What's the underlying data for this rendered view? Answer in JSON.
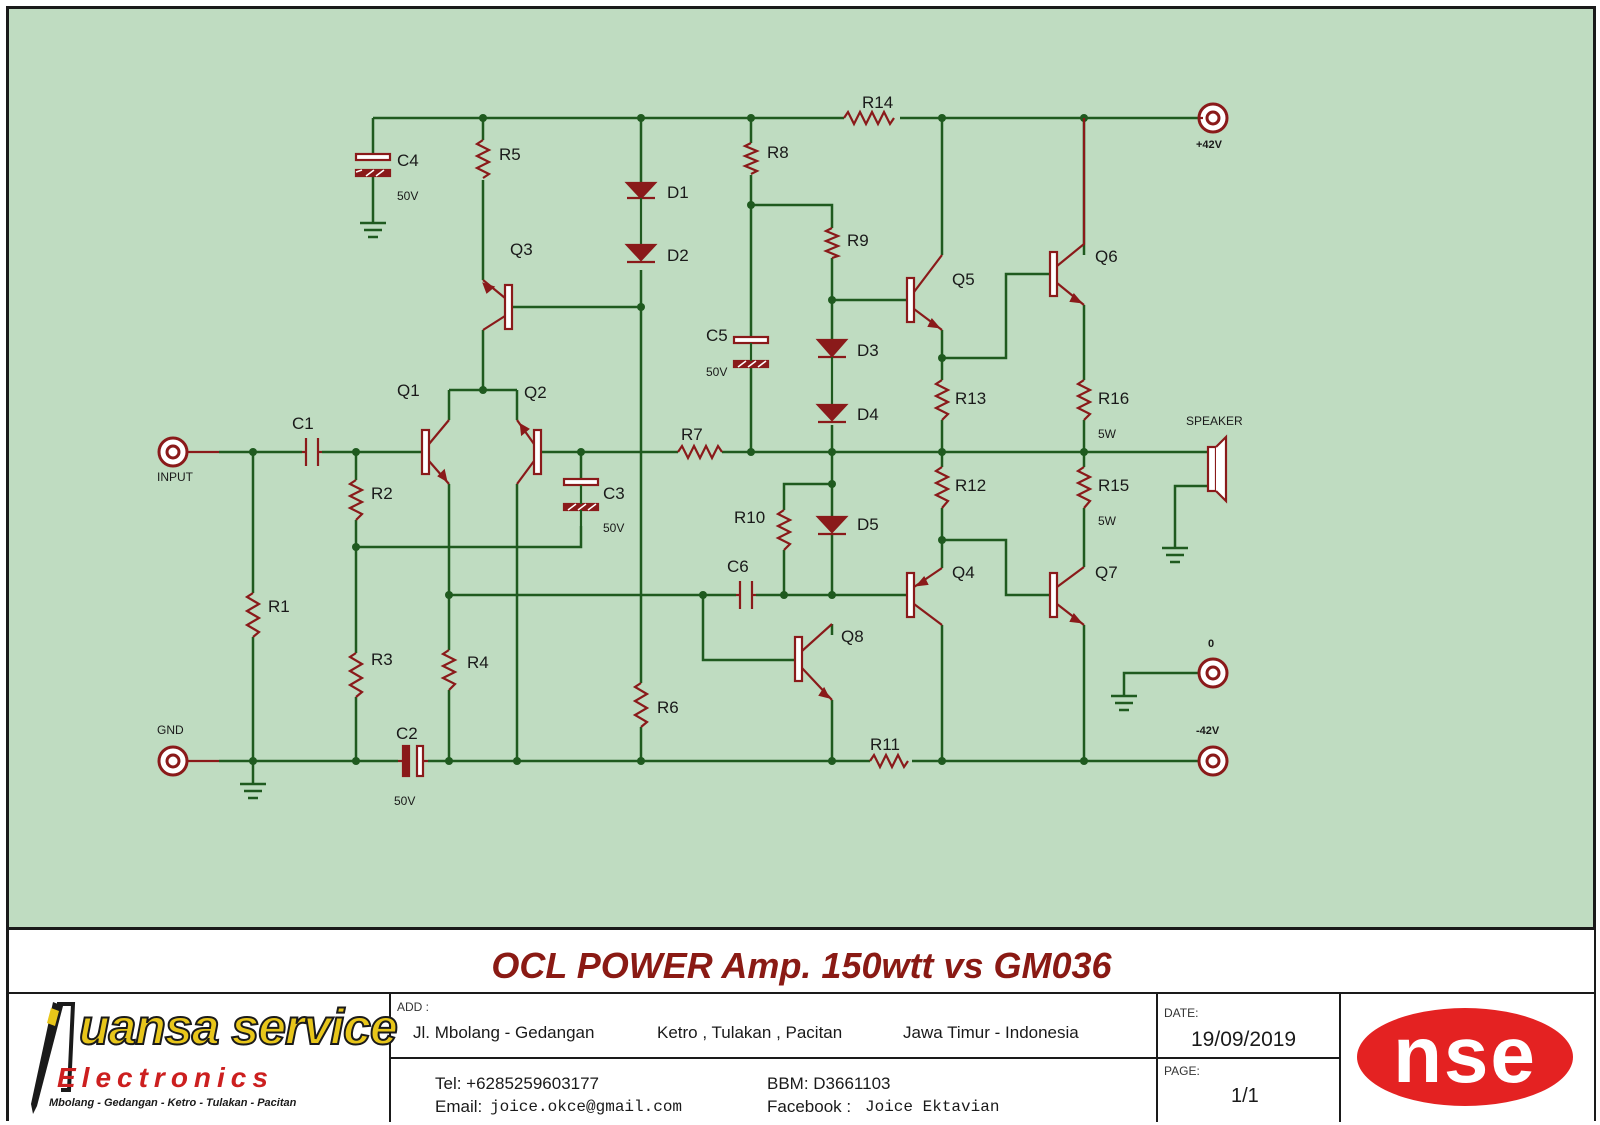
{
  "schematic": {
    "components": {
      "C1": "C1",
      "C2": "C2",
      "C3": "C3",
      "C4": "C4",
      "C5": "C5",
      "C6": "C6",
      "R1": "R1",
      "R2": "R2",
      "R3": "R3",
      "R4": "R4",
      "R5": "R5",
      "R6": "R6",
      "R7": "R7",
      "R8": "R8",
      "R9": "R9",
      "R10": "R10",
      "R11": "R11",
      "R12": "R12",
      "R13": "R13",
      "R14": "R14",
      "R15": "R15",
      "R16": "R16",
      "Q1": "Q1",
      "Q2": "Q2",
      "Q3": "Q3",
      "Q4": "Q4",
      "Q5": "Q5",
      "Q6": "Q6",
      "Q7": "Q7",
      "Q8": "Q8",
      "D1": "D1",
      "D2": "D2",
      "D3": "D3",
      "D4": "D4",
      "D5": "D5"
    },
    "ratings": {
      "c4": "50V",
      "c5": "50V",
      "c3": "50V",
      "c2": "50V",
      "r16": "5W",
      "r15": "5W"
    },
    "terminals": {
      "input": "INPUT",
      "gnd": "GND",
      "speaker": "SPEAKER",
      "plus": "+42V",
      "zero": "0",
      "minus": "-42V"
    },
    "wire_color": "#1f5a1f",
    "part_color": "#8a1a1a",
    "background": "#bfdcc1"
  },
  "titleblock": {
    "title": "OCL POWER Amp. 150wtt vs GM036",
    "logo_brand": "uansa service",
    "logo_sub": "Electronics",
    "logo_address": "Mbolang - Gedangan - Ketro - Tulakan - Pacitan",
    "add_label": "ADD :",
    "addr1": "Jl. Mbolang - Gedangan",
    "addr2": "Ketro , Tulakan , Pacitan",
    "addr3": "Jawa Timur - Indonesia",
    "tel": "Tel:  +6285259603177",
    "email_label": "Email:",
    "email": "joice.okce@gmail.com",
    "bbm": "BBM: D3661103",
    "facebook_label": "Facebook :",
    "facebook": "Joice Ektavian",
    "date_label": "DATE:",
    "date": "19/09/2019",
    "page_label": "PAGE:",
    "page": "1/1",
    "nse_logo": "nse"
  }
}
